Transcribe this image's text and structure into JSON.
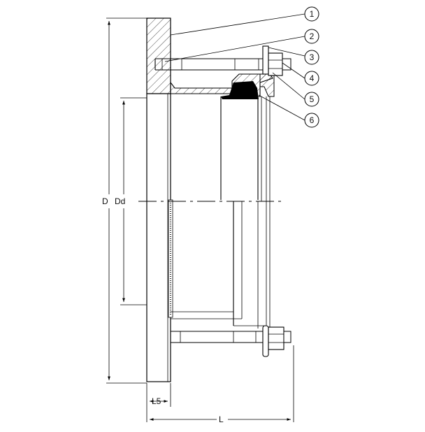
{
  "dimensions": {
    "D": "D",
    "Dd": "Dd",
    "L5": "L5",
    "L": "L"
  },
  "callouts": [
    "1",
    "2",
    "3",
    "4",
    "5",
    "6"
  ]
}
